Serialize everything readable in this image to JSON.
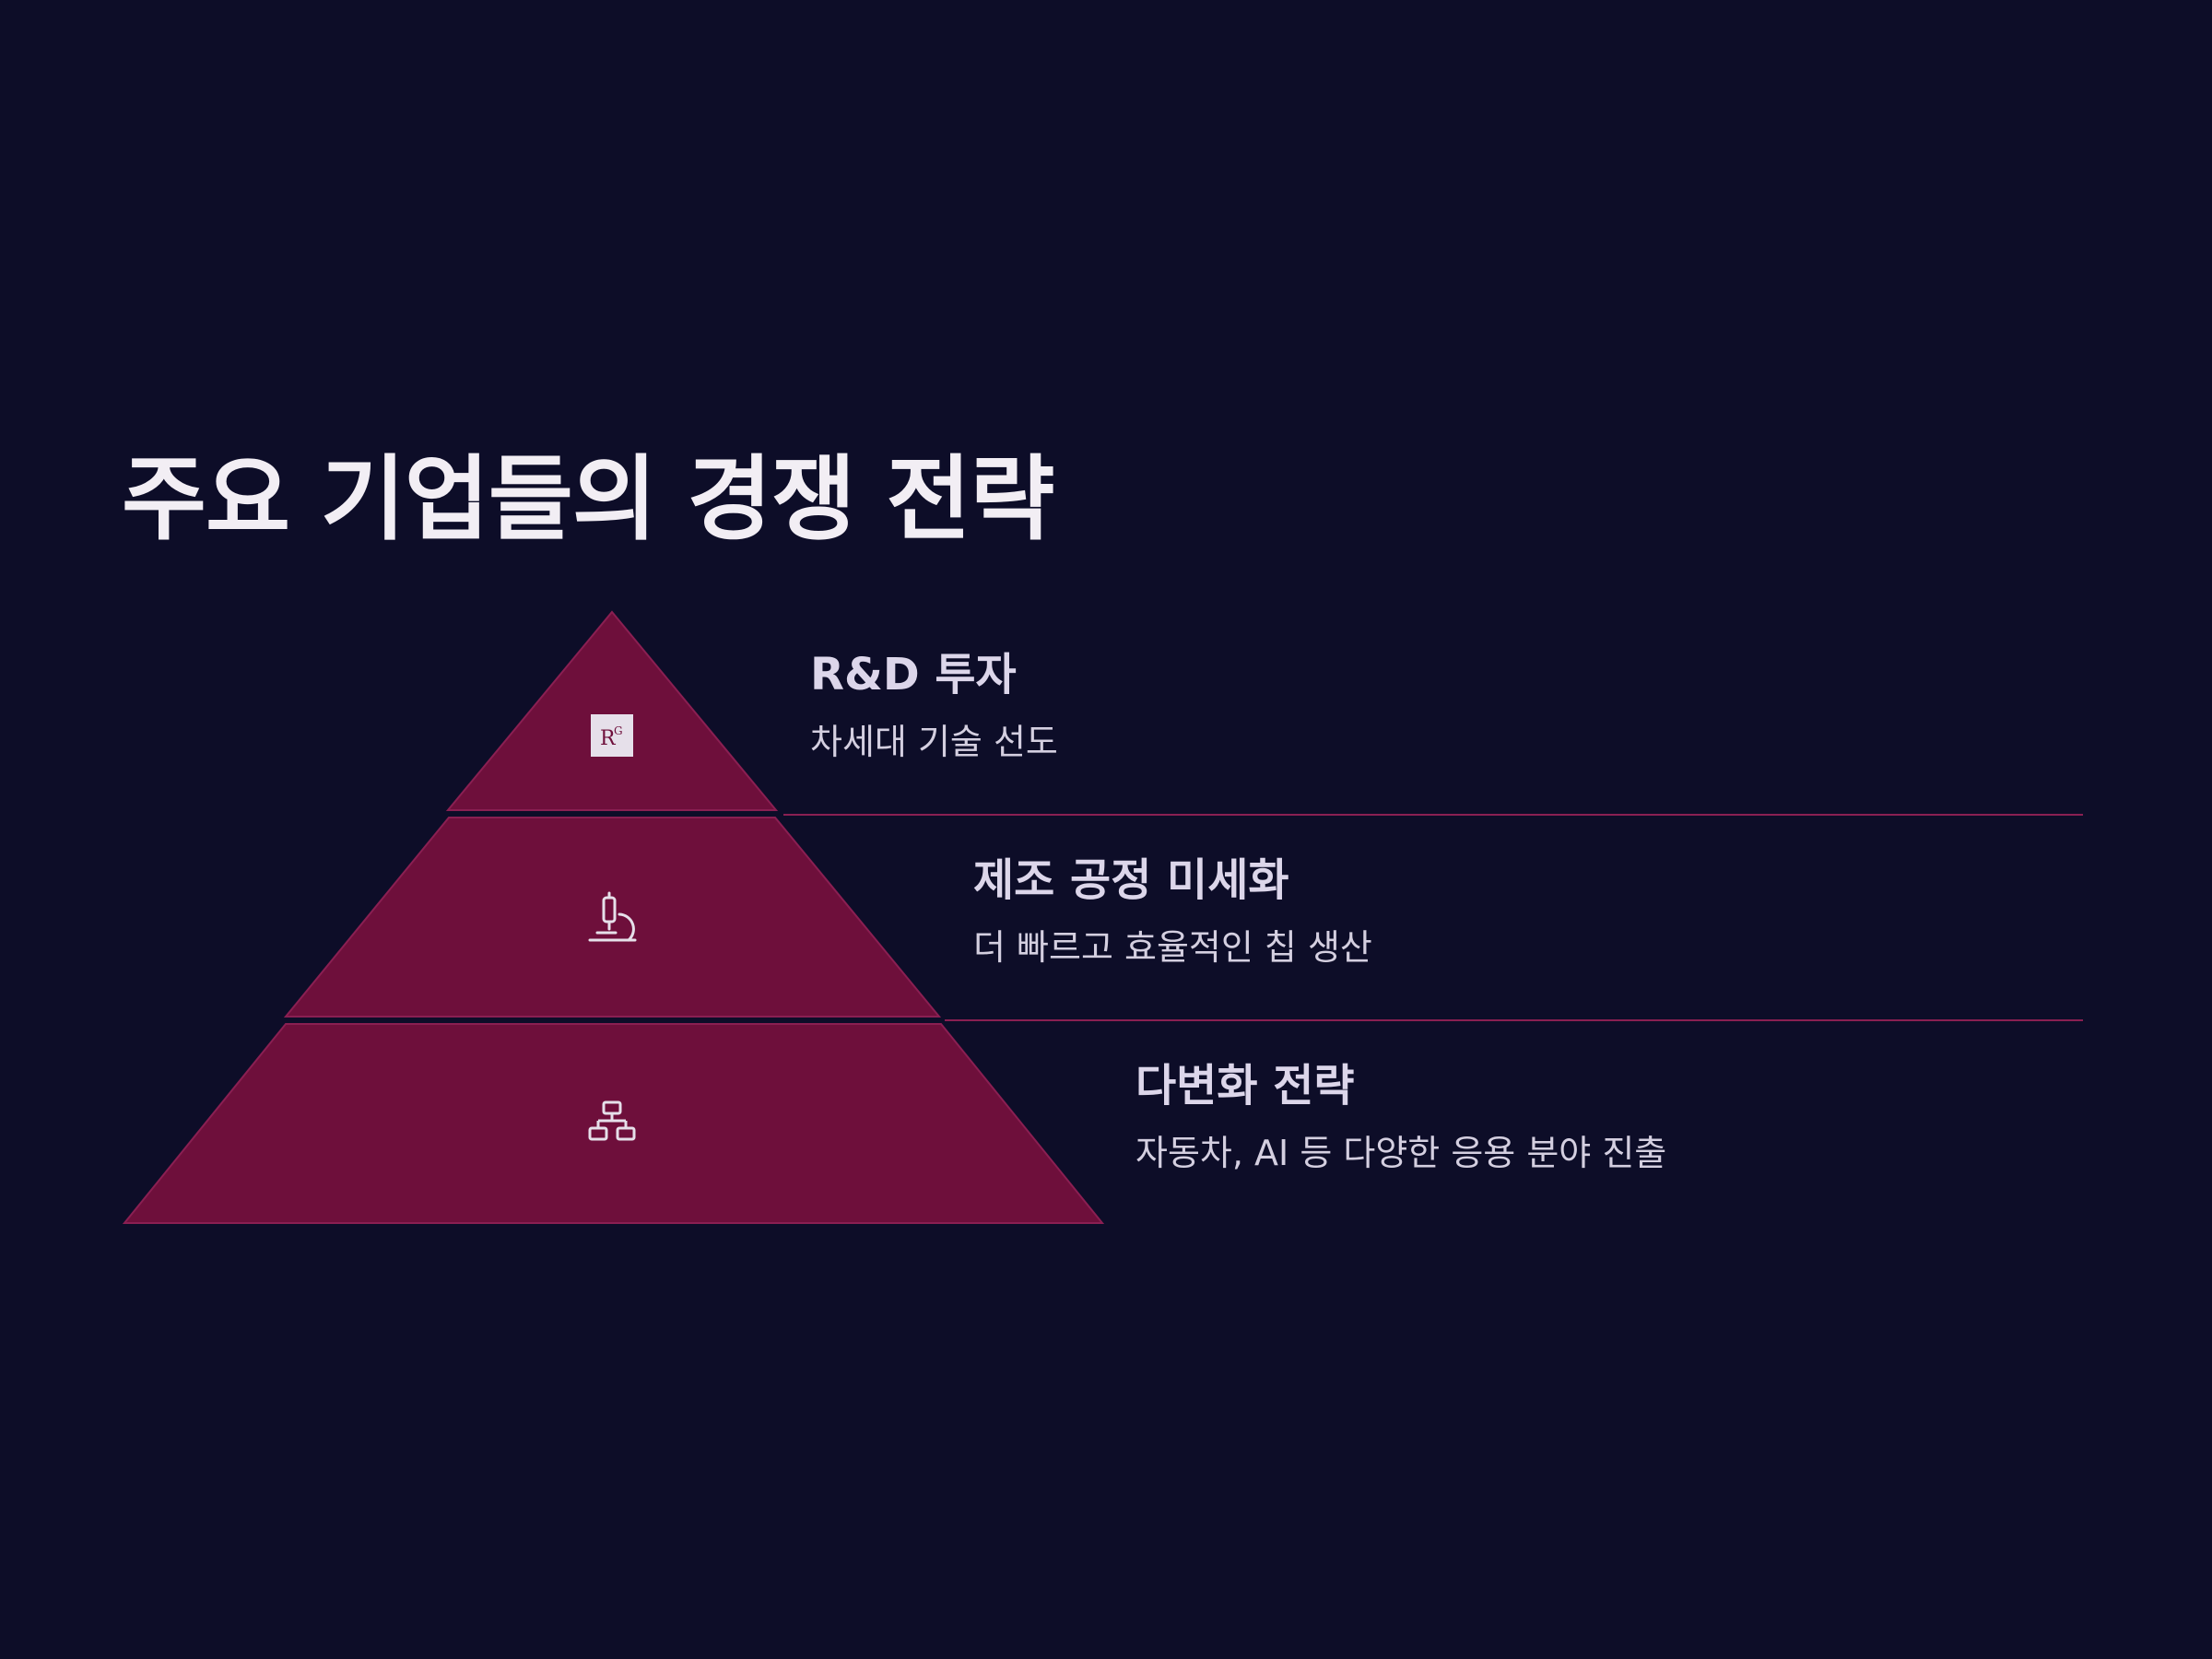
{
  "slide": {
    "title": "주요 기업들의 경쟁 전략"
  },
  "theme": {
    "background": "#0d0d28",
    "pyramid_fill": "#6e0f3b",
    "pyramid_stroke": "#8a1f52",
    "divider": "#8a1f52",
    "text_primary": "#f2eef4",
    "text_secondary": "#d4cfe0"
  },
  "levels": [
    {
      "icon": "research-gate-icon",
      "icon_text": "R",
      "icon_sup": "G",
      "heading": "R&D 투자",
      "description": "차세대 기술 선도"
    },
    {
      "icon": "microscope-icon",
      "heading": "제조 공정 미세화",
      "description": "더 빠르고 효율적인 칩 생산"
    },
    {
      "icon": "network-hierarchy-icon",
      "heading": "다변화 전략",
      "description": "자동차, AI 등 다양한 응용 분야 진출"
    }
  ]
}
